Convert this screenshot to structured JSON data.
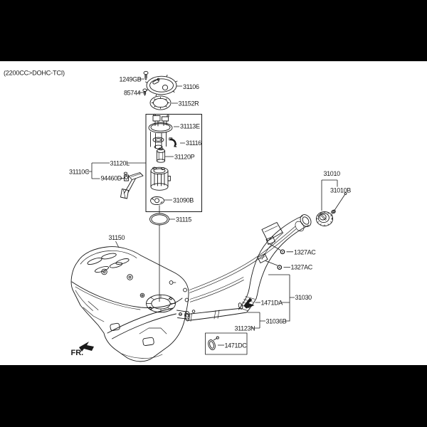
{
  "colors": {
    "ink": "#1a1a1a",
    "letterbox": "#000000",
    "paper": "#ffffff"
  },
  "header": {
    "variant_code": "(2200CC>DOHC-TCI)"
  },
  "orientation": {
    "front_label": "FR."
  },
  "parts": [
    {
      "code": "1249GB"
    },
    {
      "code": "85744"
    },
    {
      "code": "31106"
    },
    {
      "code": "31152R"
    },
    {
      "code": "31113E"
    },
    {
      "code": "31116"
    },
    {
      "code": "31120P"
    },
    {
      "code": "31120L"
    },
    {
      "code": "31110C"
    },
    {
      "code": "94460D"
    },
    {
      "code": "31090B"
    },
    {
      "code": "31115"
    },
    {
      "code": "31150"
    },
    {
      "code": "31010"
    },
    {
      "code": "31010B"
    },
    {
      "code": "1327AC"
    },
    {
      "code": "1327AC"
    },
    {
      "code": "31030"
    },
    {
      "code": "1471DA"
    },
    {
      "code": "31036B"
    },
    {
      "code": "31123N"
    },
    {
      "code": "1471DC"
    }
  ]
}
